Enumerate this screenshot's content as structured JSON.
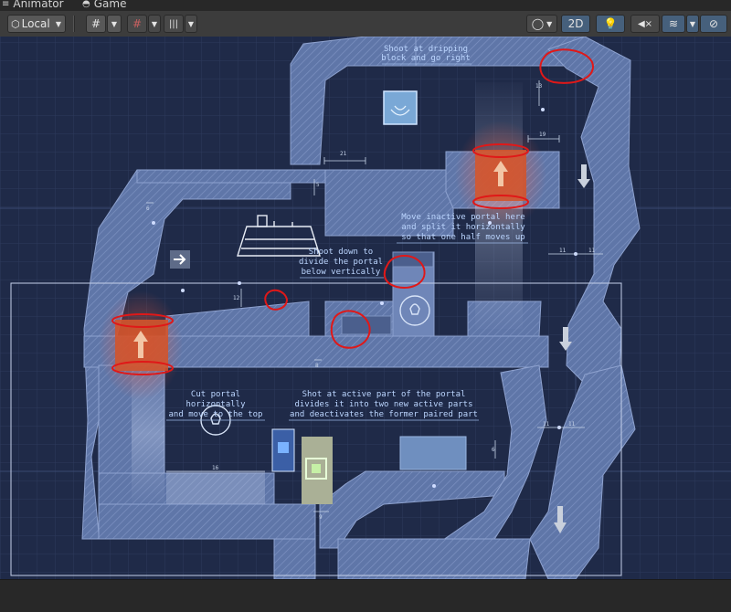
{
  "tabs": [
    {
      "label": "Animator",
      "icon": "menu-lines-icon"
    },
    {
      "label": "Game",
      "icon": "gamepad-icon"
    }
  ],
  "toolbar": {
    "space_label": "Local",
    "space_icon": "cube-icon",
    "mode_2d": "2D",
    "icons": [
      "grid-snap-icon",
      "dropdown-arrow-icon",
      "increment-snap-icon",
      "ruler-icon",
      "draw-mode-icon",
      "lightbulb-icon",
      "audio-mute-icon",
      "fx-layers-icon",
      "visibility-icon"
    ]
  },
  "annotations": {
    "note1": [
      "Shoot at dripping",
      "block and go right"
    ],
    "note2": [
      "Move inactive portal here",
      "and split it horizontally",
      "so that one half moves up"
    ],
    "note3": [
      "Shoot down to",
      "divide the portal",
      "below vertically"
    ],
    "note4": [
      "Cut portal",
      "horizontally",
      "and move to the top"
    ],
    "note5": [
      "Shot at active part of the portal",
      "divides it into two new active parts",
      "and deactivates the former paired part"
    ]
  },
  "dimensions": {
    "d21": "21",
    "d19": "19",
    "d11": "11",
    "d5": "5",
    "d6": "6",
    "d12": "12",
    "d13": "13",
    "d16": "16",
    "d8": "8",
    "d9": "9"
  },
  "colors": {
    "level_fill": "#5f76a8",
    "grid_bg": "#1f2a48",
    "annotation_red": "#e01818",
    "portal_orange": "#d1542c"
  }
}
